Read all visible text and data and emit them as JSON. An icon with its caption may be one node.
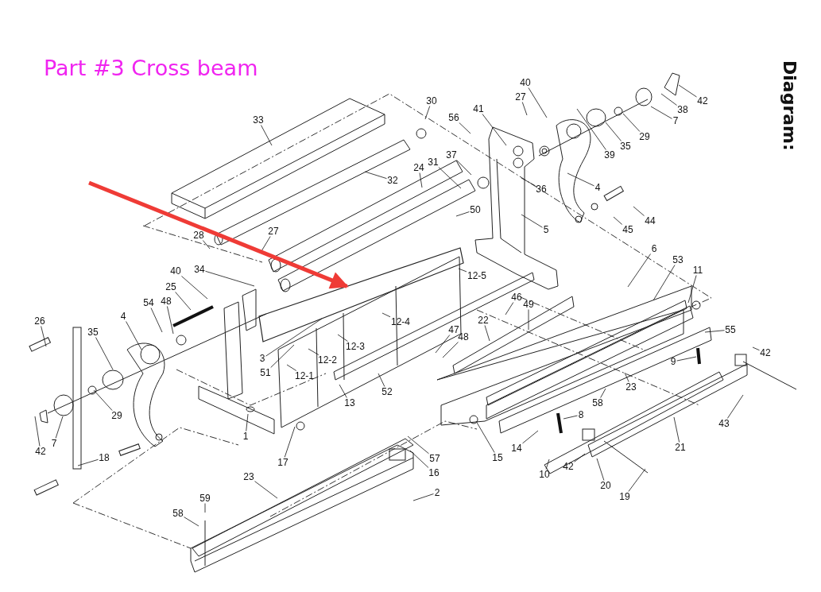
{
  "diagram": {
    "title": "Part #3 Cross beam",
    "nodes": [
      {
        "text": [
          "33"
        ]
      },
      {
        "text": [
          "32"
        ]
      },
      {
        "text": [
          "30"
        ]
      },
      {
        "text": [
          "27"
        ]
      },
      {
        "text": [
          "40"
        ]
      },
      {
        "text": [
          "41"
        ]
      },
      {
        "text": [
          "56"
        ]
      },
      {
        "text": [
          "37"
        ]
      },
      {
        "text": [
          "31"
        ]
      },
      {
        "text": [
          "24"
        ]
      },
      {
        "text": [
          "28"
        ]
      },
      {
        "text": [
          "27"
        ]
      },
      {
        "text": [
          "34"
        ]
      },
      {
        "text": [
          "40"
        ]
      },
      {
        "text": [
          "25"
        ]
      },
      {
        "text": [
          "54"
        ]
      },
      {
        "text": [
          "48"
        ]
      },
      {
        "text": [
          "4"
        ]
      },
      {
        "text": [
          "26"
        ]
      },
      {
        "text": [
          "35"
        ]
      },
      {
        "text": [
          "29"
        ]
      },
      {
        "text": [
          "7"
        ]
      },
      {
        "text": [
          "42"
        ]
      },
      {
        "text": [
          "18"
        ]
      },
      {
        "text": [
          "36"
        ]
      },
      {
        "text": [
          "4"
        ]
      },
      {
        "text": [
          "5"
        ]
      },
      {
        "text": [
          "45"
        ]
      },
      {
        "text": [
          "44"
        ]
      },
      {
        "text": [
          "39"
        ]
      },
      {
        "text": [
          "35"
        ]
      },
      {
        "text": [
          "29"
        ]
      },
      {
        "text": [
          "7"
        ]
      },
      {
        "text": [
          "38"
        ]
      },
      {
        "text": [
          "42"
        ]
      },
      {
        "text": [
          "50"
        ]
      },
      {
        "text": [
          "12-5"
        ]
      },
      {
        "text": [
          "6"
        ]
      },
      {
        "text": [
          "53"
        ]
      },
      {
        "text": [
          "11"
        ]
      },
      {
        "text": [
          "46"
        ]
      },
      {
        "text": [
          "49"
        ]
      },
      {
        "text": [
          "22"
        ]
      },
      {
        "text": [
          "12-4"
        ]
      },
      {
        "text": [
          "47"
        ]
      },
      {
        "text": [
          "48"
        ]
      },
      {
        "text": [
          "12-3"
        ]
      },
      {
        "text": [
          "12-2"
        ]
      },
      {
        "text": [
          "12-1"
        ]
      },
      {
        "text": [
          "3"
        ]
      },
      {
        "text": [
          "51"
        ]
      },
      {
        "text": [
          "52"
        ]
      },
      {
        "text": [
          "13"
        ]
      },
      {
        "text": [
          "55"
        ]
      },
      {
        "text": [
          "42"
        ]
      },
      {
        "text": [
          "9"
        ]
      },
      {
        "text": [
          "23"
        ]
      },
      {
        "text": [
          "58"
        ]
      },
      {
        "text": [
          "8"
        ]
      },
      {
        "text": [
          "43"
        ]
      },
      {
        "text": [
          "21"
        ]
      },
      {
        "text": [
          "14"
        ]
      },
      {
        "text": [
          "15"
        ]
      },
      {
        "text": [
          "10"
        ]
      },
      {
        "text": [
          "42"
        ]
      },
      {
        "text": [
          "20"
        ]
      },
      {
        "text": [
          "19"
        ]
      },
      {
        "text": [
          "1"
        ]
      },
      {
        "text": [
          "17"
        ]
      },
      {
        "text": [
          "57"
        ]
      },
      {
        "text": [
          "16"
        ]
      },
      {
        "text": [
          "2"
        ]
      },
      {
        "text": [
          "23"
        ]
      },
      {
        "text": [
          "59"
        ]
      },
      {
        "text": [
          "58"
        ]
      },
      {
        "text": [],
        "shape": "bar"
      }
    ],
    "edges": [
      {
        "from": 0,
        "to": null,
        "arrow": "none"
      },
      {
        "from": 1,
        "to": null,
        "arrow": "none"
      },
      {
        "from": 2,
        "to": null,
        "arrow": "none"
      },
      {
        "from": 3,
        "to": null,
        "arrow": "none"
      },
      {
        "from": 4,
        "to": null,
        "arrow": "none"
      },
      {
        "from": 5,
        "to": null,
        "arrow": "none"
      },
      {
        "from": 6,
        "to": null,
        "arrow": "none"
      },
      {
        "from": 7,
        "to": null,
        "arrow": "none"
      },
      {
        "from": 8,
        "to": null,
        "arrow": "none"
      },
      {
        "from": 9,
        "to": null,
        "arrow": "none"
      },
      {
        "from": 10,
        "to": null,
        "arrow": "none"
      },
      {
        "from": 11,
        "to": null,
        "arrow": "none"
      },
      {
        "from": 12,
        "to": null,
        "arrow": "none"
      },
      {
        "from": 13,
        "to": null,
        "arrow": "none"
      },
      {
        "from": 14,
        "to": null,
        "arrow": "none"
      },
      {
        "from": 15,
        "to": null,
        "arrow": "none"
      },
      {
        "from": 16,
        "to": null,
        "arrow": "none"
      },
      {
        "from": 17,
        "to": null,
        "arrow": "none"
      },
      {
        "from": 18,
        "to": null,
        "arrow": "none"
      },
      {
        "from": 19,
        "to": null,
        "arrow": "none"
      },
      {
        "from": 20,
        "to": null,
        "arrow": "none"
      },
      {
        "from": 21,
        "to": null,
        "arrow": "none"
      },
      {
        "from": 22,
        "to": null,
        "arrow": "none"
      },
      {
        "from": 23,
        "to": null,
        "arrow": "none"
      },
      {
        "from": 24,
        "to": null,
        "arrow": "none"
      },
      {
        "from": 25,
        "to": null,
        "arrow": "none"
      },
      {
        "from": 26,
        "to": null,
        "arrow": "none"
      },
      {
        "from": 27,
        "to": null,
        "arrow": "none"
      },
      {
        "from": 28,
        "to": null,
        "arrow": "none"
      },
      {
        "from": 29,
        "to": null,
        "arrow": "none"
      },
      {
        "from": 30,
        "to": null,
        "arrow": "none"
      },
      {
        "from": 31,
        "to": null,
        "arrow": "none"
      },
      {
        "from": 32,
        "to": null,
        "arrow": "none"
      },
      {
        "from": 33,
        "to": null,
        "arrow": "none"
      },
      {
        "from": 34,
        "to": null,
        "arrow": "none"
      },
      {
        "from": 35,
        "to": null,
        "arrow": "none"
      },
      {
        "from": 36,
        "to": null,
        "arrow": "none"
      },
      {
        "from": 37,
        "to": null,
        "arrow": "none"
      },
      {
        "from": 38,
        "to": null,
        "arrow": "none"
      },
      {
        "from": 39,
        "to": null,
        "arrow": "none"
      },
      {
        "from": 40,
        "to": null,
        "arrow": "none"
      },
      {
        "from": 41,
        "to": null,
        "arrow": "none"
      },
      {
        "from": 42,
        "to": null,
        "arrow": "none"
      },
      {
        "from": 43,
        "to": null,
        "arrow": "none"
      },
      {
        "from": 44,
        "to": null,
        "arrow": "none"
      },
      {
        "from": 45,
        "to": null,
        "arrow": "none"
      },
      {
        "from": 46,
        "to": null,
        "arrow": "none"
      },
      {
        "from": 47,
        "to": null,
        "arrow": "none"
      },
      {
        "from": 48,
        "to": null,
        "arrow": "none"
      },
      {
        "from": 49,
        "to": 75,
        "arrow": "none"
      },
      {
        "from": 50,
        "to": null,
        "arrow": "none"
      },
      {
        "from": 51,
        "to": null,
        "arrow": "none"
      },
      {
        "from": 52,
        "to": null,
        "arrow": "none"
      },
      {
        "from": 53,
        "to": null,
        "arrow": "none"
      },
      {
        "from": 54,
        "to": null,
        "arrow": "none"
      },
      {
        "from": 55,
        "to": null,
        "arrow": "none"
      },
      {
        "from": 56,
        "to": null,
        "arrow": "none"
      },
      {
        "from": 57,
        "to": null,
        "arrow": "none"
      },
      {
        "from": 58,
        "to": null,
        "arrow": "none"
      },
      {
        "from": 59,
        "to": null,
        "arrow": "none"
      },
      {
        "from": 60,
        "to": null,
        "arrow": "none"
      },
      {
        "from": 61,
        "to": null,
        "arrow": "none"
      },
      {
        "from": 62,
        "to": null,
        "arrow": "none"
      },
      {
        "from": 63,
        "to": null,
        "arrow": "none"
      },
      {
        "from": 64,
        "to": null,
        "arrow": "none"
      },
      {
        "from": 65,
        "to": null,
        "arrow": "none"
      },
      {
        "from": 66,
        "to": null,
        "arrow": "none"
      },
      {
        "from": 67,
        "to": null,
        "arrow": "none"
      },
      {
        "from": 68,
        "to": null,
        "arrow": "none"
      },
      {
        "from": 69,
        "to": null,
        "arrow": "none"
      },
      {
        "from": 70,
        "to": null,
        "arrow": "none"
      },
      {
        "from": 71,
        "to": null,
        "arrow": "none"
      },
      {
        "from": 72,
        "to": null,
        "arrow": "none"
      },
      {
        "from": 73,
        "to": null,
        "arrow": "none"
      },
      {
        "from": 74,
        "to": null,
        "arrow": "none"
      },
      {
        "from": null,
        "to": 75,
        "arrow": "to",
        "style": "thick",
        "color": "#ef3b36"
      }
    ],
    "labels": [
      "Diagram:"
    ]
  }
}
